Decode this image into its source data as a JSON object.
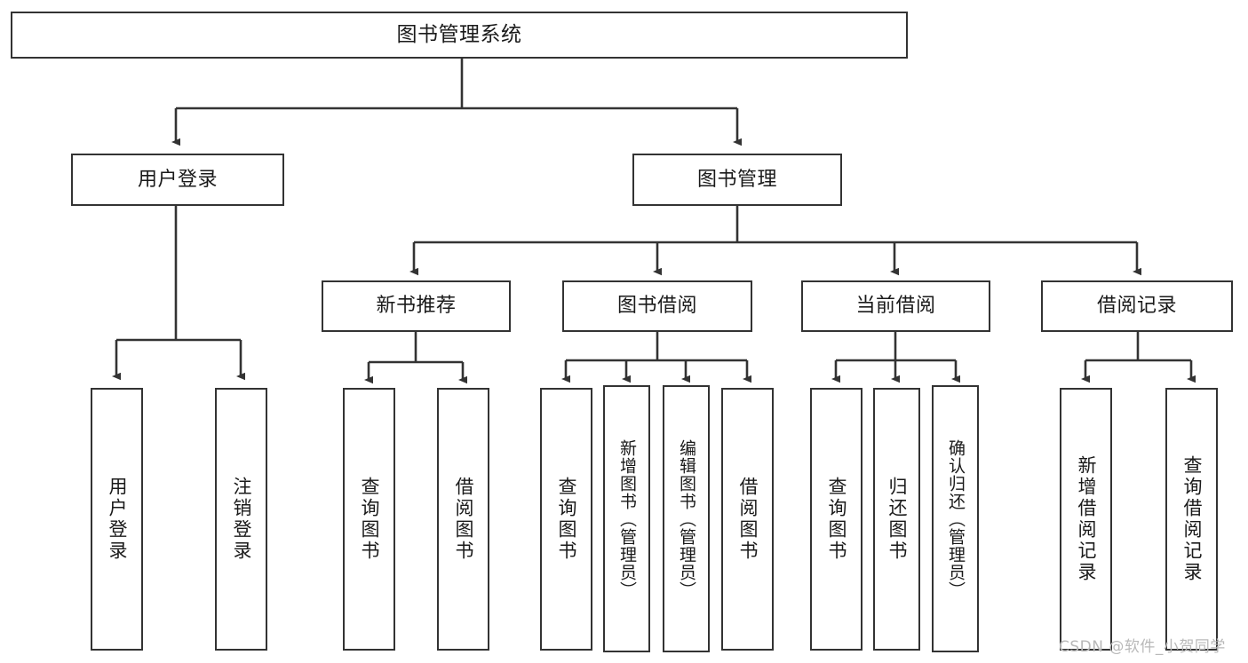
{
  "diagram": {
    "title": "图书管理系统",
    "type": "tree-hierarchy-chart",
    "root": {
      "id": "root",
      "label": "图书管理系统"
    },
    "level2": [
      {
        "id": "user-login",
        "label": "用户登录"
      },
      {
        "id": "book-management",
        "label": "图书管理"
      }
    ],
    "level3": [
      {
        "id": "new-book-recommend",
        "label": "新书推荐",
        "parent": "book-management"
      },
      {
        "id": "book-borrow",
        "label": "图书借阅",
        "parent": "book-management"
      },
      {
        "id": "current-borrow",
        "label": "当前借阅",
        "parent": "book-management"
      },
      {
        "id": "borrow-record",
        "label": "借阅记录",
        "parent": "book-management"
      }
    ],
    "leaves": [
      {
        "id": "leaf-user-login",
        "label": "用户登录",
        "parent": "user-login"
      },
      {
        "id": "leaf-logout",
        "label": "注销登录",
        "parent": "user-login"
      },
      {
        "id": "leaf-query-book-1",
        "label": "查询图书",
        "parent": "new-book-recommend"
      },
      {
        "id": "leaf-borrow-book-1",
        "label": "借阅图书",
        "parent": "new-book-recommend"
      },
      {
        "id": "leaf-query-book-2",
        "label": "查询图书",
        "parent": "book-borrow"
      },
      {
        "id": "leaf-add-book",
        "label": "新增图书（管理员）",
        "parent": "book-borrow"
      },
      {
        "id": "leaf-edit-book",
        "label": "编辑图书（管理员）",
        "parent": "book-borrow"
      },
      {
        "id": "leaf-borrow-book-2",
        "label": "借阅图书",
        "parent": "book-borrow"
      },
      {
        "id": "leaf-query-book-3",
        "label": "查询图书",
        "parent": "current-borrow"
      },
      {
        "id": "leaf-return-book",
        "label": "归还图书",
        "parent": "current-borrow"
      },
      {
        "id": "leaf-confirm-return",
        "label": "确认归还（管理员）",
        "parent": "current-borrow"
      },
      {
        "id": "leaf-add-record",
        "label": "新增借阅记录",
        "parent": "borrow-record"
      },
      {
        "id": "leaf-query-record",
        "label": "查询借阅记录",
        "parent": "borrow-record"
      }
    ],
    "colors": {
      "stroke": "#333333",
      "background": "#ffffff",
      "text": "#1a1a1a",
      "watermark": "#b9b9b9"
    }
  },
  "watermark": {
    "text": "CSDN @软件_小贺同学"
  }
}
